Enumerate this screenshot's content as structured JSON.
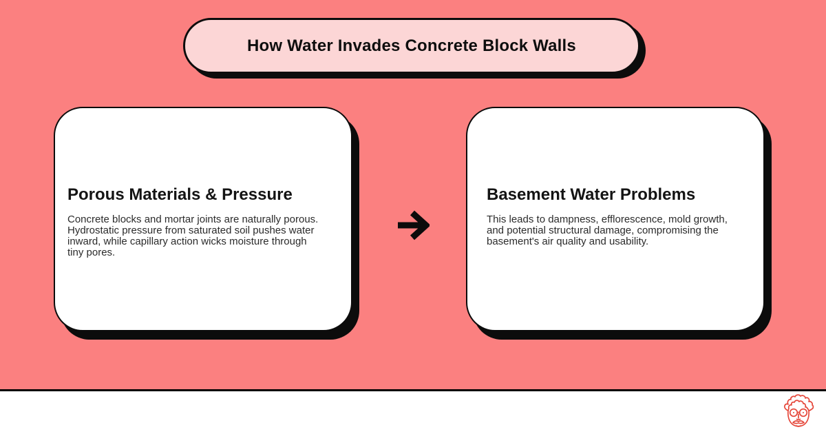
{
  "title": {
    "text": "How Water Invades Concrete Block Walls"
  },
  "cards": [
    {
      "heading": "Porous Materials & Pressure",
      "body": "Concrete blocks and mortar joints are naturally porous. Hydrostatic pressure from saturated soil pushes water inward, while capillary action wicks moisture through tiny pores."
    },
    {
      "heading": "Basement Water Problems",
      "body": "This leads to dampness, efflorescence, mold growth, and potential structural damage, compromising the basement's air quality and usability."
    }
  ],
  "connector": {
    "icon": "arrow-right-icon"
  },
  "footer": {
    "logo_icon": "einstein-face-logo-icon"
  },
  "colors": {
    "background": "#FB8080",
    "title_pill_fill": "#FCD6D6",
    "card_fill": "#FFFFFF",
    "outline_and_shadow": "#0C0C0C",
    "heading_text": "#141414",
    "body_text": "#2B2B2B",
    "logo_red": "#E5473A",
    "footer_fill": "#FFFFFF"
  }
}
